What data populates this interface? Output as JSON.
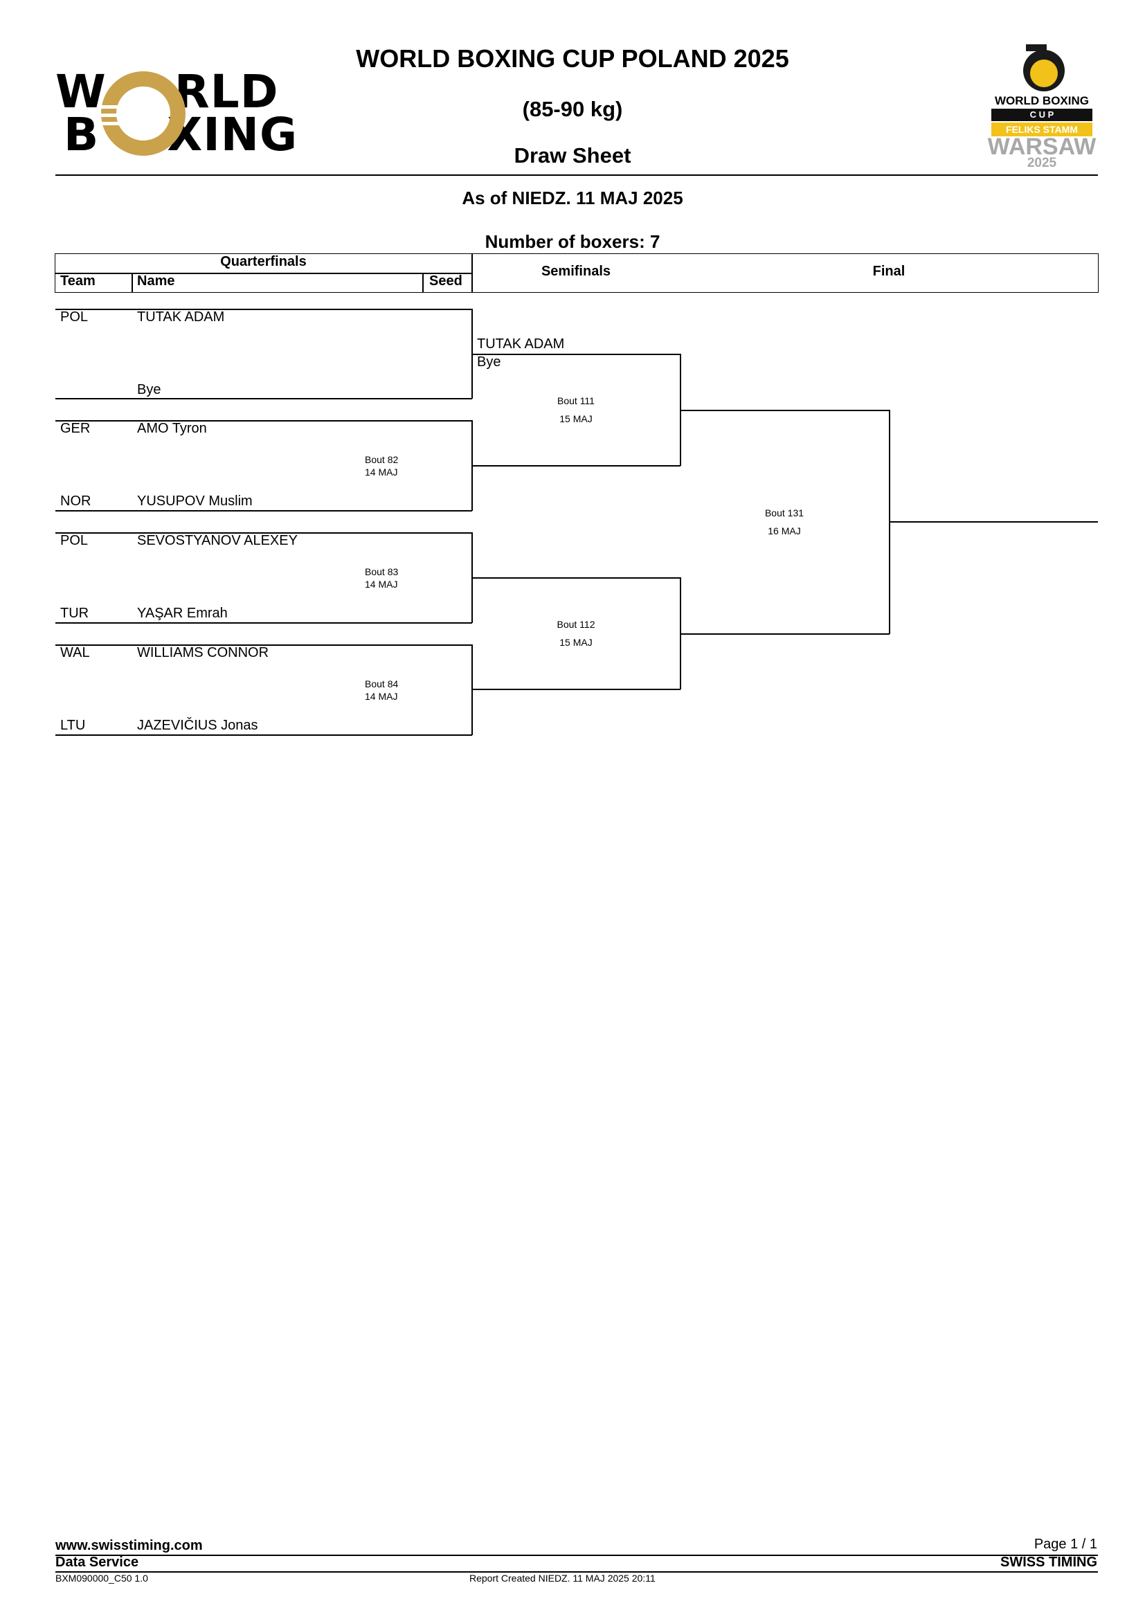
{
  "header": {
    "title": "WORLD BOXING CUP POLAND 2025",
    "weight_class": "(85-90 kg)",
    "subtitle": "Draw Sheet",
    "as_of": "As of NIEDZ. 11 MAJ 2025",
    "num_boxers": "Number of boxers: 7"
  },
  "logo_left": {
    "line1_a": "W",
    "line1_b": "RLD",
    "line2_a": "B",
    "line2_b": "XING"
  },
  "logo_right": {
    "line1": "WORLD BOXING",
    "line2": "C U P",
    "line3": "FELIKS STAMM",
    "line4": "WARSAW",
    "line5": "2025"
  },
  "columns": {
    "quarterfinals": "Quarterfinals",
    "team": "Team",
    "name": "Name",
    "seed": "Seed",
    "semifinals": "Semifinals",
    "final": "Final"
  },
  "quarterfinals": [
    {
      "team": "POL",
      "name": "TUTAK ADAM",
      "bout": "",
      "date": "",
      "opp_team": "",
      "opp_name": "Bye"
    },
    {
      "team": "GER",
      "name": "AMO Tyron",
      "bout": "Bout 82",
      "date": "14 MAJ",
      "opp_team": "NOR",
      "opp_name": "YUSUPOV Muslim"
    },
    {
      "team": "POL",
      "name": "SEVOSTYANOV ALEXEY",
      "bout": "Bout 83",
      "date": "14 MAJ",
      "opp_team": "TUR",
      "opp_name": "YAŞAR Emrah"
    },
    {
      "team": "WAL",
      "name": "WILLIAMS CONNOR",
      "bout": "Bout 84",
      "date": "14 MAJ",
      "opp_team": "LTU",
      "opp_name": "JAZEVIČIUS Jonas"
    }
  ],
  "semifinals": [
    {
      "winner": "TUTAK ADAM",
      "note": "Bye",
      "bout": "Bout 111",
      "date": "15 MAJ"
    },
    {
      "bout": "Bout 112",
      "date": "15 MAJ"
    }
  ],
  "final": {
    "bout": "Bout 131",
    "date": "16 MAJ"
  },
  "footer": {
    "website": "www.swisstiming.com",
    "data_service": "Data Service",
    "code": "BXM090000_C50 1.0",
    "report_created": "Report Created  NIEDZ. 11 MAJ 2025 20:11",
    "page": "Page 1 / 1",
    "brand": "SWISS TIMING"
  }
}
